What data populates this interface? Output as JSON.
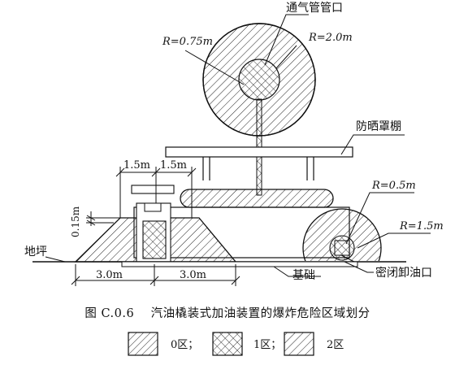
{
  "labels": {
    "vent_outlet": "通气管管口",
    "r_outer_top": "R=2.0m",
    "r_inner_top": "R=0.75m",
    "sunshade": "防晒罩棚",
    "r_small": "R=0.5m",
    "r_large": "R=1.5m",
    "dim_15a": "1.5m",
    "dim_15b": "1.5m",
    "dim_015": "0.15m",
    "ground": "地坪",
    "foundation": "基础",
    "sealed_unload": "密闭卸油口",
    "dim_30a": "3.0m",
    "dim_30b": "3.0m"
  },
  "caption": {
    "figure_no": "图 C.0.6",
    "title": "汽油橇装式加油装置的爆炸危险区域划分"
  },
  "legend": {
    "zone0": "0区；",
    "zone1": "1区；",
    "zone2": "2区"
  }
}
